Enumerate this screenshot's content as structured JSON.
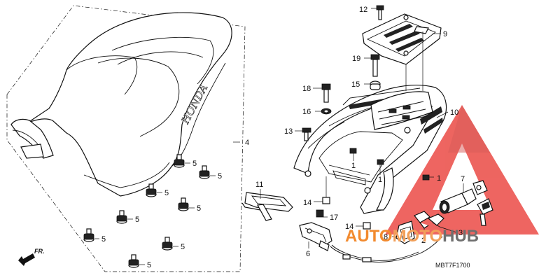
{
  "diagram": {
    "callouts": [
      {
        "id": "c1a",
        "text": "1"
      },
      {
        "id": "c1b",
        "text": "1"
      },
      {
        "id": "c1c",
        "text": "1"
      },
      {
        "id": "c2",
        "text": "2"
      },
      {
        "id": "c3",
        "text": "3"
      },
      {
        "id": "c4",
        "text": "4"
      },
      {
        "id": "c5a",
        "text": "5"
      },
      {
        "id": "c5b",
        "text": "5"
      },
      {
        "id": "c5c",
        "text": "5"
      },
      {
        "id": "c5d",
        "text": "5"
      },
      {
        "id": "c5e",
        "text": "5"
      },
      {
        "id": "c5f",
        "text": "5"
      },
      {
        "id": "c5g",
        "text": "5"
      },
      {
        "id": "c5h",
        "text": "5"
      },
      {
        "id": "c6",
        "text": "6"
      },
      {
        "id": "c7",
        "text": "7"
      },
      {
        "id": "c8",
        "text": "8"
      },
      {
        "id": "c9",
        "text": "9"
      },
      {
        "id": "c10",
        "text": "10"
      },
      {
        "id": "c11",
        "text": "11"
      },
      {
        "id": "c12",
        "text": "12"
      },
      {
        "id": "c13",
        "text": "13"
      },
      {
        "id": "c14a",
        "text": "14"
      },
      {
        "id": "c14b",
        "text": "14"
      },
      {
        "id": "c15",
        "text": "15"
      },
      {
        "id": "c16",
        "text": "16"
      },
      {
        "id": "c17",
        "text": "17"
      },
      {
        "id": "c18",
        "text": "18"
      },
      {
        "id": "c19",
        "text": "19"
      }
    ],
    "seat_logo": "HONDA",
    "direction_label": "FR.",
    "diagram_code": "MBT7F1700"
  },
  "watermark": {
    "part1": "AUTO",
    "part2": "MOTO",
    "part3": "HUB",
    "colors": {
      "triangle": "#e8322c",
      "auto": "#f28a2e",
      "moto": "#f2a05a",
      "hub": "#6f6f6f"
    }
  }
}
